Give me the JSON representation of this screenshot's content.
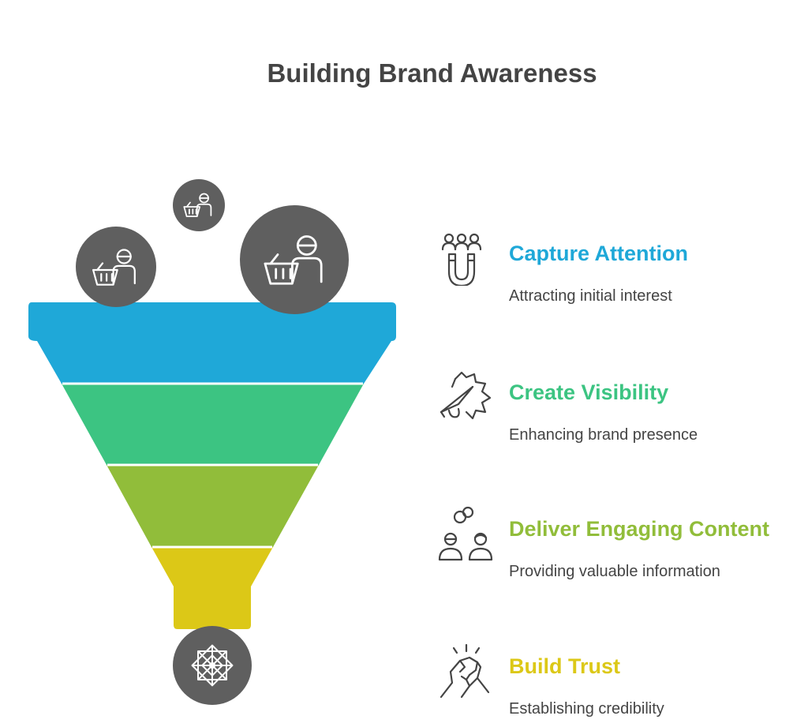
{
  "title": "Building Brand Awareness",
  "colors": {
    "capture": "#1fa8d8",
    "visibility": "#3cc482",
    "content": "#91bd3a",
    "trust": "#dcc817",
    "circle": "#5f5f5f",
    "text": "#444444"
  },
  "steps": [
    {
      "heading": "Capture Attention",
      "description": "Attracting initial interest",
      "icon": "people-magnet-icon",
      "color": "#1fa8d8"
    },
    {
      "heading": "Create Visibility",
      "description": "Enhancing brand presence",
      "icon": "megaphone-icon",
      "color": "#3cc482"
    },
    {
      "heading": "Deliver Engaging Content",
      "description": "Providing valuable information",
      "icon": "people-conversation-icon",
      "color": "#91bd3a"
    },
    {
      "heading": "Build Trust",
      "description": "Establishing credibility",
      "icon": "handshake-icon",
      "color": "#dcc817"
    }
  ],
  "funnel_icons": {
    "input": "shopper-with-basket-icon",
    "output": "mandala-icon"
  }
}
